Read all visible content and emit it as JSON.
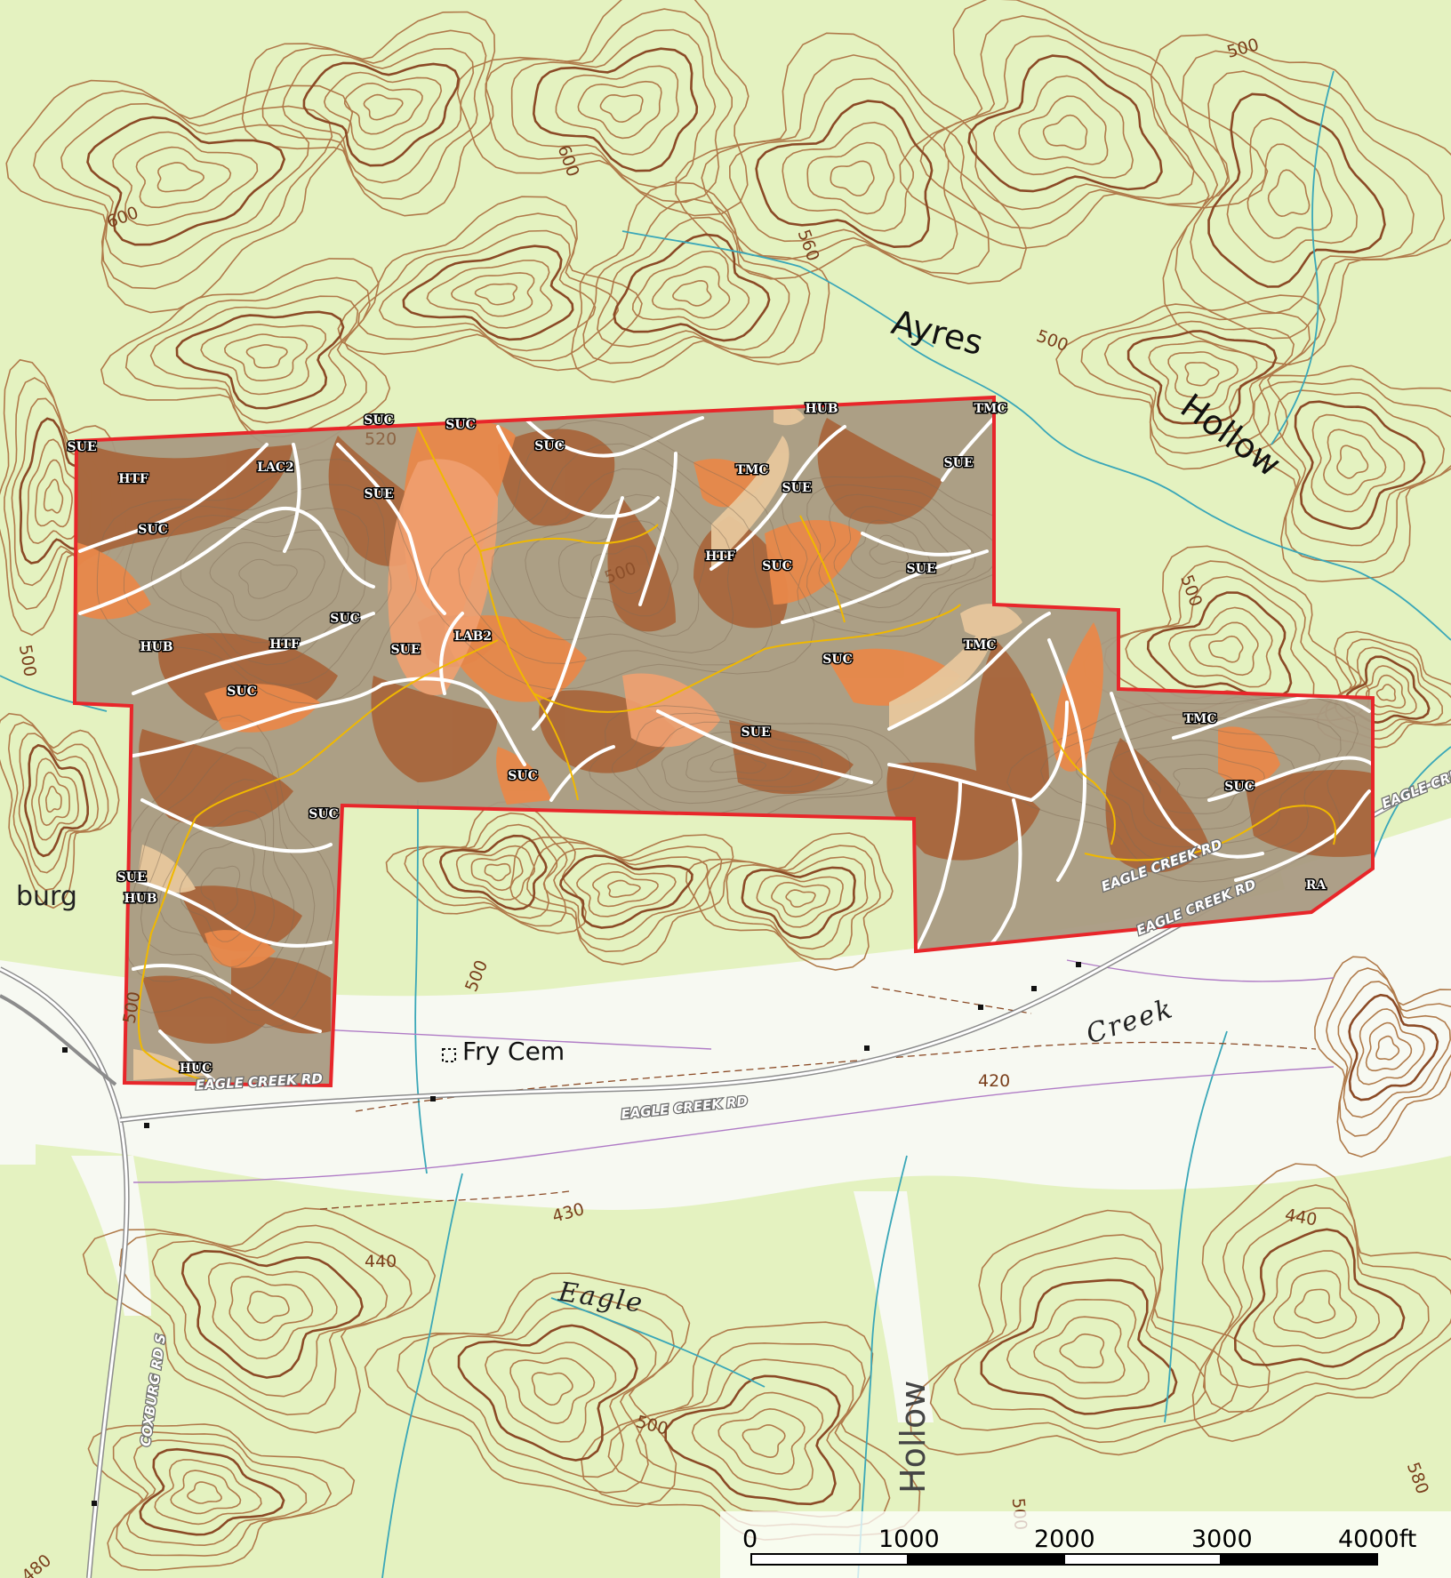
{
  "map": {
    "colors": {
      "background": "#e4f2c0",
      "contour_index": "#8b4a26",
      "contour": "#b07a4a",
      "cleared": "#f7f9f2",
      "water": "#3aa7b8",
      "boundary": "#e8262a",
      "soil_brown": "#a8663c",
      "soil_orange": "#e8884a",
      "soil_tan": "#a99a82",
      "soil_peach": "#f0a070",
      "soil_light": "#e7c79c",
      "soil_boundary": "#ffffff",
      "stream_inside": "#f0b800",
      "road": "#8c8c8c"
    },
    "place_labels": [
      {
        "id": "ayres",
        "text": "Ayres"
      },
      {
        "id": "hollow_top",
        "text": "Hollow"
      },
      {
        "id": "hollow_bottom",
        "text": "Hollow"
      },
      {
        "id": "fry_cem",
        "text": "Fry Cem"
      },
      {
        "id": "burg",
        "text": "burg"
      }
    ],
    "water_labels": [
      {
        "id": "creek",
        "text": "Creek"
      },
      {
        "id": "eagle",
        "text": "Eagle"
      }
    ],
    "road_labels": [
      {
        "id": "eagle_rd_1",
        "text": "EAGLE CREEK RD"
      },
      {
        "id": "eagle_rd_2",
        "text": "EAGLE CREEK RD"
      },
      {
        "id": "eagle_rd_3",
        "text": "EAGLE CREEK RD"
      },
      {
        "id": "eagle_rd_4",
        "text": "EAGLE CREEK RD"
      },
      {
        "id": "eagle_rd_5",
        "text": "EAGLE CRE"
      },
      {
        "id": "coxburg",
        "text": "COXBURG RD S"
      }
    ],
    "contour_labels": [
      {
        "id": "c500a",
        "text": "500"
      },
      {
        "id": "c600a",
        "text": "600"
      },
      {
        "id": "c600b",
        "text": "600"
      },
      {
        "id": "c560",
        "text": "560"
      },
      {
        "id": "c500b",
        "text": "500"
      },
      {
        "id": "c500c",
        "text": "500"
      },
      {
        "id": "c500d",
        "text": "500"
      },
      {
        "id": "c500e",
        "text": "500"
      },
      {
        "id": "c500f",
        "text": "500"
      },
      {
        "id": "c420",
        "text": "420"
      },
      {
        "id": "c430",
        "text": "430"
      },
      {
        "id": "c440a",
        "text": "440"
      },
      {
        "id": "c440b",
        "text": "440"
      },
      {
        "id": "c500g",
        "text": "500"
      },
      {
        "id": "c500h",
        "text": "500"
      },
      {
        "id": "c580",
        "text": "580"
      },
      {
        "id": "c480",
        "text": "480"
      },
      {
        "id": "c500i",
        "text": "500"
      },
      {
        "id": "c520",
        "text": "520"
      }
    ],
    "soil_units": [
      "SUE",
      "HTF",
      "LAC2",
      "SUC",
      "SUE",
      "SUC",
      "SUC",
      "HUB",
      "TMC",
      "TMC",
      "SUE",
      "SUE",
      "HTF",
      "SUC",
      "SUE",
      "HUB",
      "HTF",
      "SUC",
      "SUE",
      "LAB2",
      "SUC",
      "TMC",
      "SUC",
      "SUC",
      "TMC",
      "SUE",
      "SUC",
      "SUC",
      "SUC",
      "SUE",
      "HUB",
      "HUC",
      "RA"
    ],
    "scale_bar": {
      "ticks": [
        "0",
        "1000",
        "2000",
        "3000",
        "4000ft"
      ]
    }
  }
}
